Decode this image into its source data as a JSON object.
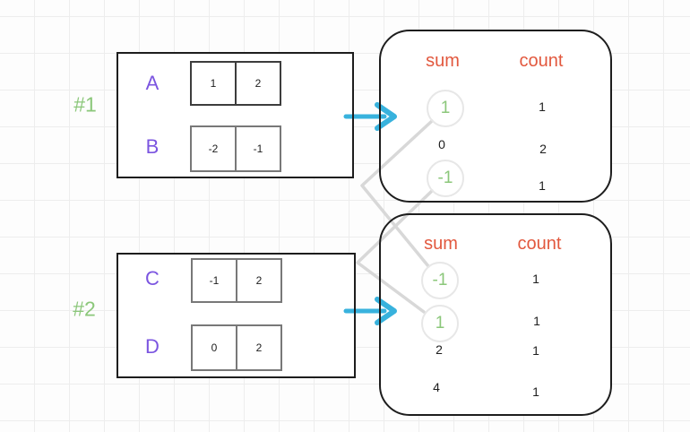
{
  "colors": {
    "array_label": "#7b55e0",
    "example_label": "#8bc77a",
    "table_header": "#e2583e",
    "highlighted_value": "#8bc77a",
    "plain_value": "#1d1d1d",
    "arrow": "#38b2dd",
    "connector": "#d8d8d8"
  },
  "examples": [
    {
      "label": "#1",
      "arrays": [
        {
          "name": "A",
          "cells": [
            "1",
            "2"
          ]
        },
        {
          "name": "B",
          "cells": [
            "-2",
            "-1"
          ]
        }
      ],
      "table": {
        "sum_header": "sum",
        "count_header": "count",
        "rows": [
          {
            "sum": "1",
            "count": "1",
            "highlighted": true
          },
          {
            "sum": "0",
            "count": "2",
            "highlighted": false
          },
          {
            "sum": "-1",
            "count": "1",
            "highlighted": true
          }
        ]
      }
    },
    {
      "label": "#2",
      "arrays": [
        {
          "name": "C",
          "cells": [
            "-1",
            "2"
          ]
        },
        {
          "name": "D",
          "cells": [
            "0",
            "2"
          ]
        }
      ],
      "table": {
        "sum_header": "sum",
        "count_header": "count",
        "rows": [
          {
            "sum": "-1",
            "count": "1",
            "highlighted": true
          },
          {
            "sum": "1",
            "count": "1",
            "highlighted": true
          },
          {
            "sum": "2",
            "count": "1",
            "highlighted": false
          },
          {
            "sum": "4",
            "count": "1",
            "highlighted": false
          }
        ]
      }
    }
  ]
}
